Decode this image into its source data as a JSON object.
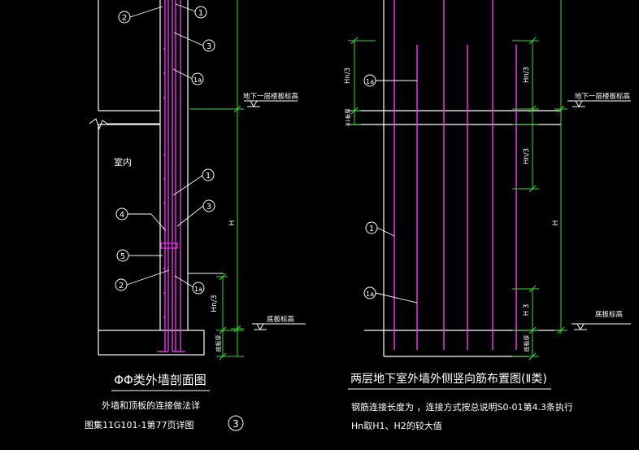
{
  "colors": {
    "background": "#000000",
    "outline": "#ffffff",
    "rebar": "#ff33ff",
    "dimension": "#33dd33",
    "text": "#ffffff"
  },
  "left_view": {
    "callouts": {
      "c1_top": "1",
      "c2_top": "2",
      "c3_top": "3",
      "c1a_top": "1a",
      "c1_mid": "1",
      "c3_mid": "3",
      "c4_mid": "4",
      "c5_mid": "5",
      "c2_low": "2",
      "c1a_low": "1a"
    },
    "room_label": "室内",
    "level_b1": "地下一层楼板标高",
    "level_base": "底板标高",
    "dim_h": "H",
    "dim_hn3": "Hn/3",
    "dim_base": "底板厚",
    "title": "ΦΦ类外墙剖面图",
    "note_line1": "外墙和顶板的连接做法详",
    "note_line2": "图集11G101-1第77页详图",
    "note_circle": "3"
  },
  "right_view": {
    "callouts": {
      "c1a_top": "1a",
      "c1_mid": "1",
      "c1a_low": "1a"
    },
    "dim_hn3_top_left": "Hn/3",
    "dim_slab_left": "B1板厚",
    "dim_hn3_top_right": "Hn/3",
    "dim_hn3_mid_right": "Hn/3",
    "dim_h": "H",
    "dim_h3": "H 3",
    "dim_base": "底板厚",
    "level_b1": "地下一层楼板标高",
    "level_base": "底板标高",
    "title": "两层地下室外墙外侧竖向筋布置图(Ⅱ类)",
    "note_line1": "钢筋连接长度为 ，连接方式按总说明S0-01第4.3条执行",
    "note_line2": "Hn取H1、H2的较大值"
  }
}
